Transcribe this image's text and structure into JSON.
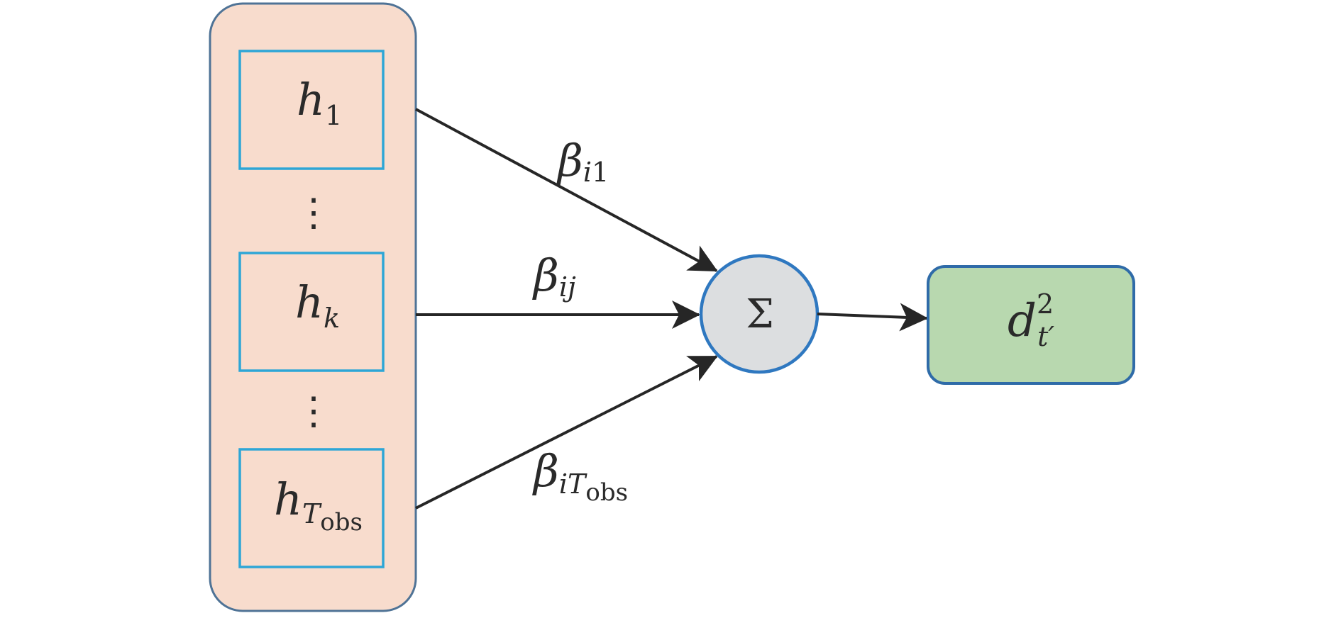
{
  "colors": {
    "container_fill": "#f8dccd",
    "container_stroke": "#4f7396",
    "hidden_box_stroke": "#2ea6d6",
    "sum_fill": "#dcdee0",
    "sum_stroke": "#2f78c0",
    "output_fill": "#b8d8af",
    "output_stroke": "#2f6ba8",
    "arrow": "#262626"
  },
  "hidden_states": [
    {
      "base": "h",
      "sub": "1",
      "sub2": ""
    },
    {
      "base": "h",
      "sub": "k",
      "sub2": ""
    },
    {
      "base": "h",
      "sub": "T",
      "sub2": "obs"
    }
  ],
  "ellipsis": "⋮",
  "weights": [
    {
      "base": "β",
      "sub": "i",
      "sub_tail": "1",
      "sub2": ""
    },
    {
      "base": "β",
      "sub": "ij",
      "sub_tail": "",
      "sub2": ""
    },
    {
      "base": "β",
      "sub": "iT",
      "sub_tail": "",
      "sub2": "obs"
    }
  ],
  "sum_symbol": "Σ",
  "output": {
    "base": "d",
    "sup": "2",
    "sub": "t′"
  }
}
